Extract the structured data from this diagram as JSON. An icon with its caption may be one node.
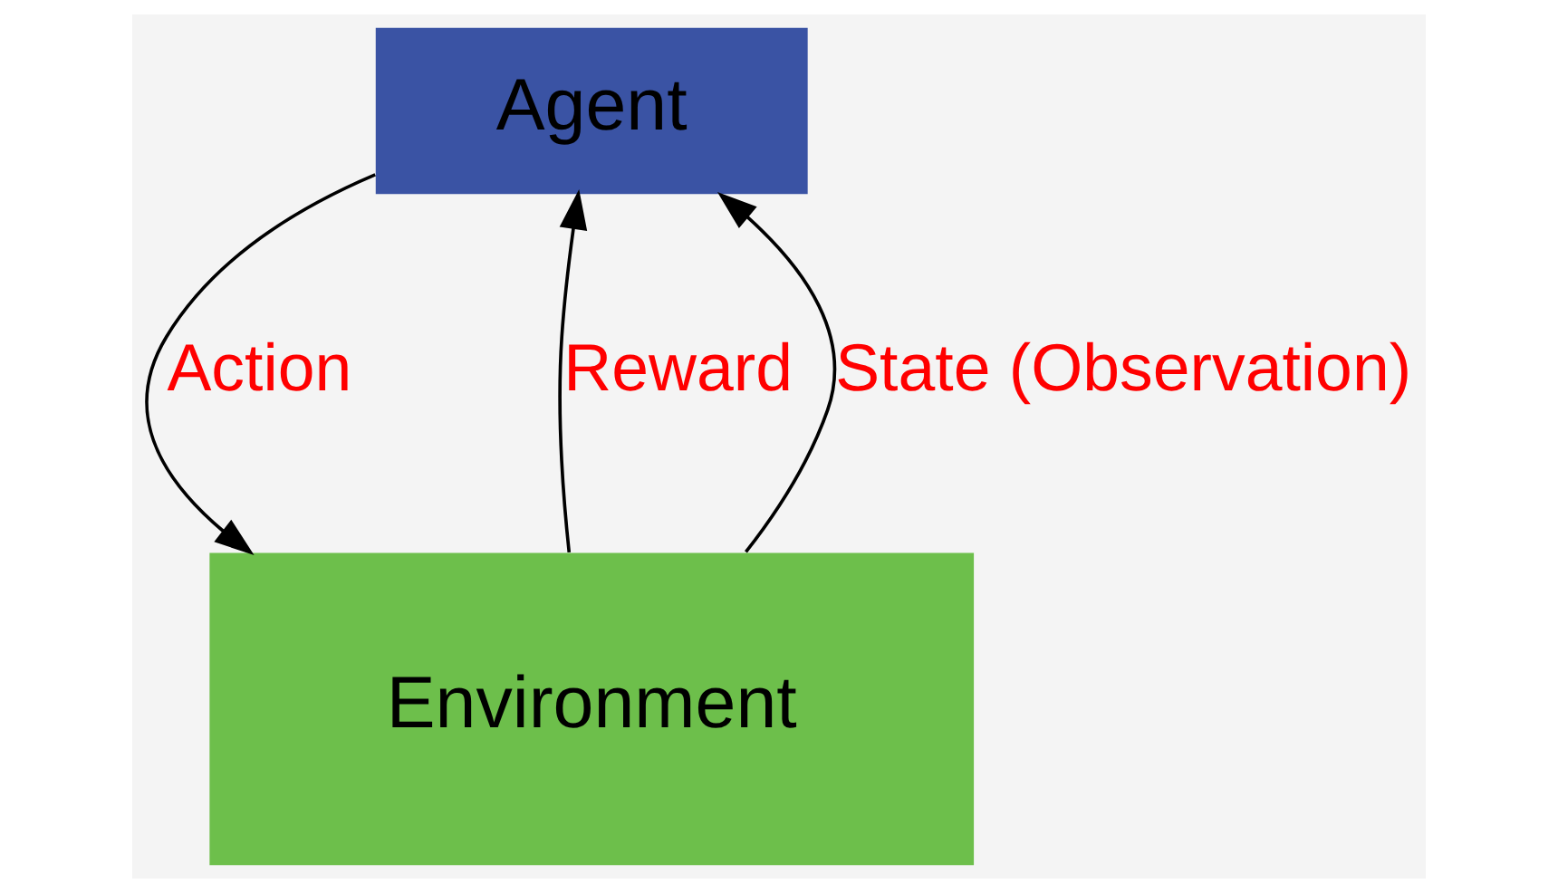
{
  "diagram": {
    "nodes": [
      {
        "text": [
          "Agent"
        ]
      },
      {
        "text": [
          "Environment"
        ]
      }
    ],
    "edges": [
      {
        "from": 0,
        "to": 1,
        "arrow": "to",
        "label": "Action"
      },
      {
        "from": 1,
        "to": 0,
        "arrow": "to",
        "label": "Reward"
      },
      {
        "from": 1,
        "to": 0,
        "arrow": "to",
        "label": "State (Observation)"
      }
    ]
  }
}
